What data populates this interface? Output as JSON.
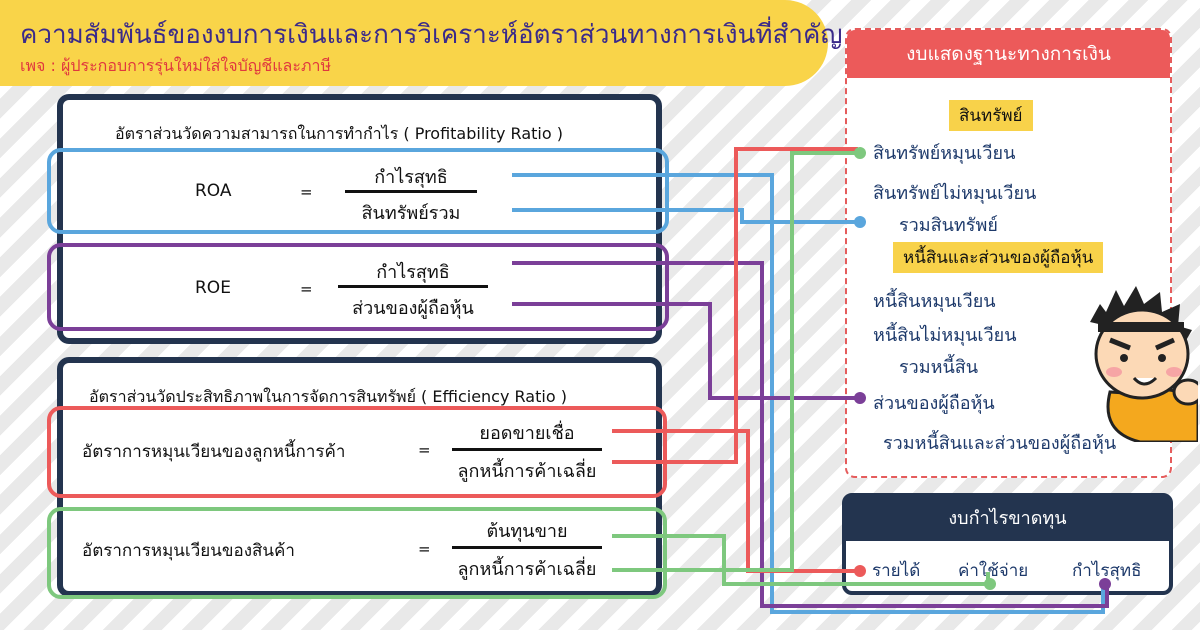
{
  "title": {
    "main": "ความสัมพันธ์ของงบการเงินและการวิเคราะห์อัตราส่วนทางการเงินที่สำคัญ",
    "sub": "เพจ : ผู้ประกอบการรุ่นใหม่ใส่ใจบัญชีและภาษี"
  },
  "profitability": {
    "heading": "อัตราส่วนวัดความสามารถในการทำกำไร ( Profitability Ratio )",
    "roa": {
      "name": "ROA",
      "eq": "=",
      "numerator": "กำไรสุทธิ",
      "denominator": "สินทรัพย์รวม"
    },
    "roe": {
      "name": "ROE",
      "eq": "=",
      "numerator": "กำไรสุทธิ",
      "denominator": "ส่วนของผู้ถือหุ้น"
    }
  },
  "efficiency": {
    "heading": "อัตราส่วนวัดประสิทธิภาพในการจัดการสินทรัพย์ ( Efficiency Ratio )",
    "receivable": {
      "name": "อัตราการหมุนเวียนของลูกหนี้การค้า",
      "eq": "=",
      "numerator": "ยอดขายเชื่อ",
      "denominator": "ลูกหนี้การค้าเฉลี่ย"
    },
    "inventory": {
      "name": "อัตราการหมุนเวียนของสินค้า",
      "eq": "=",
      "numerator": "ต้นทุนขาย",
      "denominator": "ลูกหนี้การค้าเฉลี่ย"
    }
  },
  "balance_sheet": {
    "title": "งบแสดงฐานะทางการเงิน",
    "assets_tag": "สินทรัพย์",
    "current_assets": "สินทรัพย์หมุนเวียน",
    "noncurrent_assets": "สินทรัพย์ไม่หมุนเวียน",
    "total_assets": "รวมสินทรัพย์",
    "liab_tag": "หนี้สินและส่วนของผู้ถือหุ้น",
    "current_liab": "หนี้สินหมุนเวียน",
    "noncurrent_liab": "หนี้สินไม่หมุนเวียน",
    "total_liab": "รวมหนี้สิน",
    "equity": "ส่วนของผู้ถือหุ้น",
    "total_liab_equity": "รวมหนี้สินและส่วนของผู้ถือหุ้น"
  },
  "income_statement": {
    "title": "งบกำไรขาดทุน",
    "revenue": "รายได้",
    "expenses": "ค่าใช้จ่าย",
    "net_profit": "กำไรสุทธิ"
  },
  "colors": {
    "roa": "#5aa6dd",
    "roe": "#7b3f98",
    "receivable": "#ec5a5a",
    "inventory": "#7ec87e",
    "navy": "#23344f",
    "banner": "#f9d449"
  }
}
